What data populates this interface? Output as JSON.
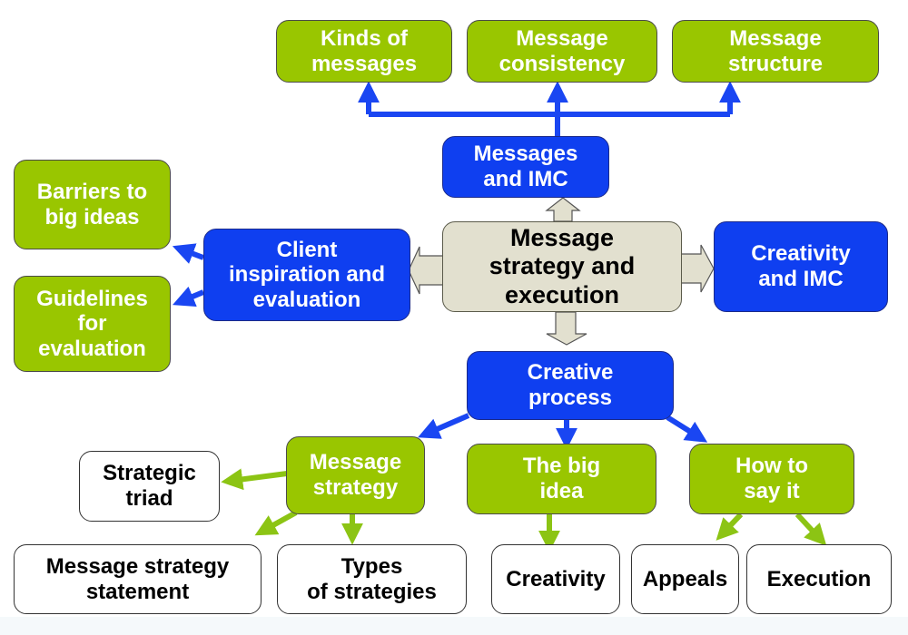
{
  "colors": {
    "green": "#99c600",
    "blue": "#0f3ff0",
    "tan": "#e2e0cf",
    "white": "#ffffff",
    "blue_arrow": "#1a46f2",
    "green_arrow": "#8cc414"
  },
  "nodes": {
    "center": "Message\nstrategy and\nexecution",
    "messages_imc": "Messages\nand IMC",
    "kinds_of_messages": "Kinds of\nmessages",
    "message_consistency": "Message\nconsistency",
    "message_structure": "Message\nstructure",
    "client_inspiration": "Client\ninspiration and\nevaluation",
    "barriers": "Barriers to\nbig ideas",
    "guidelines": "Guidelines\nfor\nevaluation",
    "creativity_imc": "Creativity\nand IMC",
    "creative_process": "Creative\nprocess",
    "message_strategy": "Message\nstrategy",
    "big_idea": "The big\nidea",
    "how_to_say": "How to\nsay it",
    "strategic_triad": "Strategic\ntriad",
    "strategy_statement": "Message strategy\nstatement",
    "types_of_strategies": "Types\nof strategies",
    "creativity": "Creativity",
    "appeals": "Appeals",
    "execution": "Execution"
  },
  "edges": [
    {
      "from": "center",
      "to": "messages_imc",
      "style": "block-arrow"
    },
    {
      "from": "center",
      "to": "client_inspiration",
      "style": "block-arrow"
    },
    {
      "from": "center",
      "to": "creativity_imc",
      "style": "block-arrow"
    },
    {
      "from": "center",
      "to": "creative_process",
      "style": "block-arrow"
    },
    {
      "from": "messages_imc",
      "to": "kinds_of_messages",
      "style": "blue-arrow"
    },
    {
      "from": "messages_imc",
      "to": "message_consistency",
      "style": "blue-arrow"
    },
    {
      "from": "messages_imc",
      "to": "message_structure",
      "style": "blue-arrow"
    },
    {
      "from": "client_inspiration",
      "to": "barriers",
      "style": "blue-arrow"
    },
    {
      "from": "client_inspiration",
      "to": "guidelines",
      "style": "blue-arrow"
    },
    {
      "from": "creative_process",
      "to": "message_strategy",
      "style": "blue-arrow"
    },
    {
      "from": "creative_process",
      "to": "big_idea",
      "style": "blue-arrow"
    },
    {
      "from": "creative_process",
      "to": "how_to_say",
      "style": "blue-arrow"
    },
    {
      "from": "message_strategy",
      "to": "strategic_triad",
      "style": "green-arrow"
    },
    {
      "from": "message_strategy",
      "to": "strategy_statement",
      "style": "green-arrow"
    },
    {
      "from": "message_strategy",
      "to": "types_of_strategies",
      "style": "green-arrow"
    },
    {
      "from": "big_idea",
      "to": "creativity",
      "style": "green-arrow"
    },
    {
      "from": "how_to_say",
      "to": "appeals",
      "style": "green-arrow"
    },
    {
      "from": "how_to_say",
      "to": "execution",
      "style": "green-arrow"
    }
  ]
}
